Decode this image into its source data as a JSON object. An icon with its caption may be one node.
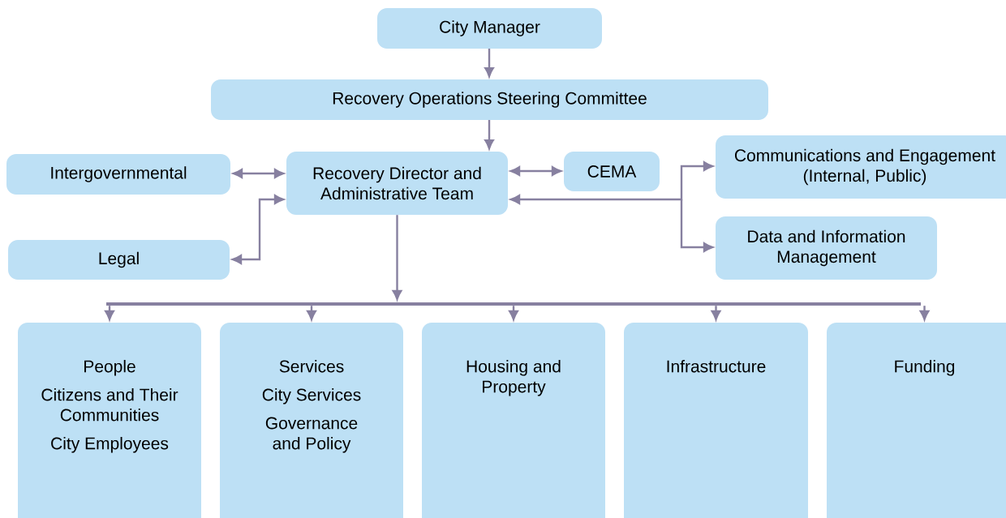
{
  "diagram": {
    "nodes": [
      {
        "text": [
          "City Manager"
        ]
      },
      {
        "text": [
          "Recovery Operations Steering Committee"
        ]
      },
      {
        "text": [
          "Intergovernmental"
        ]
      },
      {
        "text": [
          "Recovery Director and Administrative Team"
        ]
      },
      {
        "text": [
          "CEMA"
        ]
      },
      {
        "text": [
          "Communications and Engagement (Internal, Public)"
        ]
      },
      {
        "text": [
          "Legal"
        ]
      },
      {
        "text": [
          "Data and Information Management"
        ]
      },
      {
        "text": [
          "People",
          "Citizens and Their Communities",
          "City Employees"
        ]
      },
      {
        "text": [
          "Services",
          "City Services",
          "Governance and Policy"
        ]
      },
      {
        "text": [
          "Housing and Property"
        ]
      },
      {
        "text": [
          "Infrastructure"
        ]
      },
      {
        "text": [
          "Funding"
        ]
      },
      {
        "text": [],
        "shape": "bar"
      }
    ],
    "edges": [
      {
        "from": 0,
        "to": 1,
        "arrow": "to"
      },
      {
        "from": 1,
        "to": 3,
        "arrow": "to"
      },
      {
        "from": 2,
        "to": 3,
        "arrow": "both"
      },
      {
        "from": 3,
        "to": 4,
        "arrow": "both"
      },
      {
        "from": 3,
        "to": 6,
        "arrow": "both"
      },
      {
        "from": 3,
        "to": 5,
        "arrow": "both"
      },
      {
        "from": 3,
        "to": 7,
        "arrow": "both"
      },
      {
        "from": 3,
        "to": 13,
        "arrow": "to"
      },
      {
        "from": 13,
        "to": 8,
        "arrow": "to"
      },
      {
        "from": 13,
        "to": 9,
        "arrow": "to"
      },
      {
        "from": 13,
        "to": 10,
        "arrow": "to"
      },
      {
        "from": 13,
        "to": 11,
        "arrow": "to"
      },
      {
        "from": 13,
        "to": 12,
        "arrow": "to"
      }
    ]
  }
}
